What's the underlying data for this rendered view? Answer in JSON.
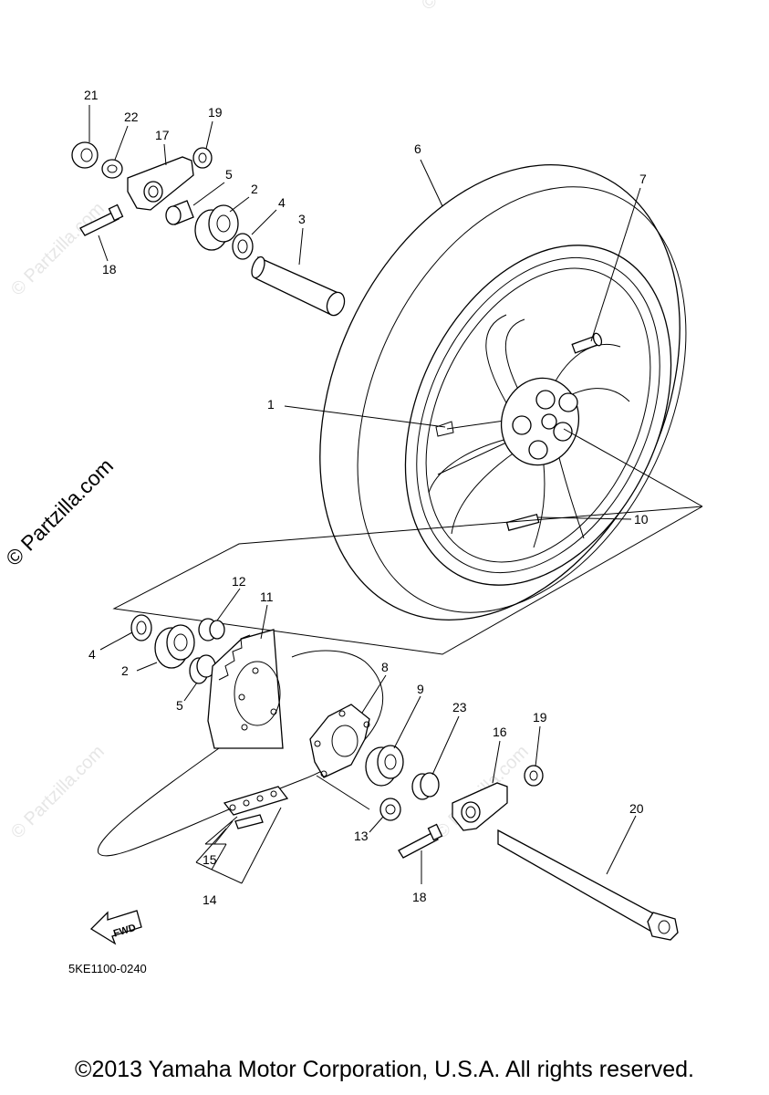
{
  "diagram": {
    "watermark": "© Partzilla.com",
    "diagram_code": "5KE1100-0240",
    "fwd_label": "FWD",
    "copyright": "©2013 Yamaha Motor Corporation, U.S.A. All rights reserved.",
    "callouts": {
      "c1": "1",
      "c2a": "2",
      "c2b": "2",
      "c3": "3",
      "c4a": "4",
      "c4b": "4",
      "c5a": "5",
      "c5b": "5",
      "c6": "6",
      "c7": "7",
      "c8": "8",
      "c9": "9",
      "c10": "10",
      "c11": "11",
      "c12": "12",
      "c13": "13",
      "c14": "14",
      "c15": "15",
      "c16": "16",
      "c17": "17",
      "c18a": "18",
      "c18b": "18",
      "c19a": "19",
      "c19b": "19",
      "c20": "20",
      "c21": "21",
      "c22": "22",
      "c23": "23"
    }
  }
}
